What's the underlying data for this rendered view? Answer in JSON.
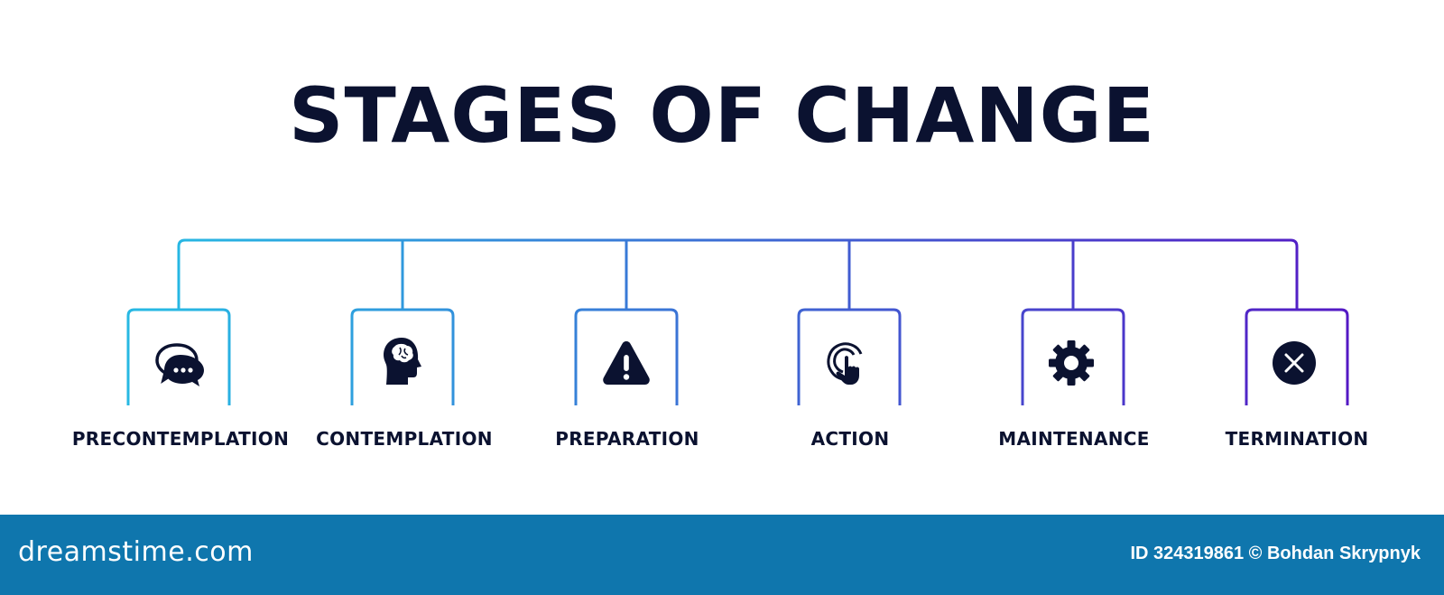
{
  "title": "STAGES OF CHANGE",
  "colors": {
    "text": "#0b1230",
    "gradient_start": "#27b8e3",
    "gradient_end": "#5418c4",
    "footer": "#0f76ad"
  },
  "stages": [
    {
      "label": "PRECONTEMPLATION",
      "icon": "speech-bubbles-icon"
    },
    {
      "label": "CONTEMPLATION",
      "icon": "head-brain-icon"
    },
    {
      "label": "PREPARATION",
      "icon": "warning-triangle-icon"
    },
    {
      "label": "ACTION",
      "icon": "click-hand-icon"
    },
    {
      "label": "MAINTENANCE",
      "icon": "gear-icon"
    },
    {
      "label": "TERMINATION",
      "icon": "close-circle-icon"
    }
  ],
  "footer": {
    "brand": "dreamstime.com",
    "credit": "ID 324319861 © Bohdan Skrypnyk"
  }
}
